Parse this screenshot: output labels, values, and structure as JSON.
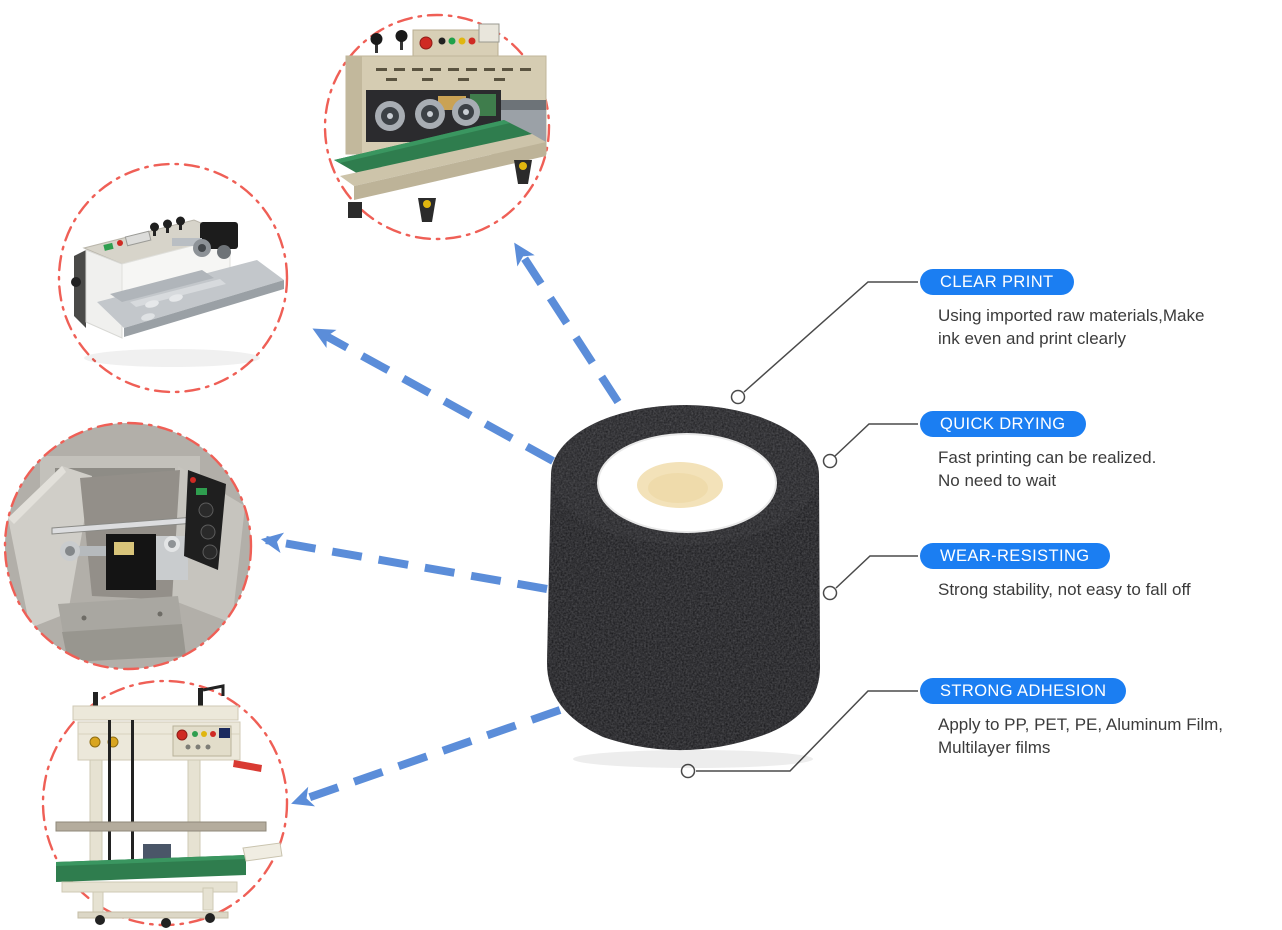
{
  "colors": {
    "background": "#ffffff",
    "pill_blue": "#1b7ef2",
    "pill_text": "#ffffff",
    "arrow_blue": "#5b8dd9",
    "dashed_circle_red": "#ef5f56",
    "connector_gray": "#4a4a4a",
    "description_text": "#3b3b3b",
    "roller_black": "#141417",
    "roller_core_white": "#ffffff",
    "roller_core_cream": "#f3e2b9",
    "sealer_beige": "#d5ccb2",
    "belt_green": "#2f7d4e",
    "steel_gray": "#c9cdd1"
  },
  "product": {
    "image_name": "black-foam-hot-ink-roller"
  },
  "features": [
    {
      "label": "CLEAR PRINT",
      "lines": [
        "Using imported raw materials,Make",
        "ink even and print clearly"
      ]
    },
    {
      "label": "QUICK DRYING",
      "lines": [
        "Fast printing can be realized.",
        "No need to wait"
      ]
    },
    {
      "label": "WEAR-RESISTING",
      "lines": [
        "Strong stability, not easy to fall off"
      ]
    },
    {
      "label": "STRONG ADHESION",
      "lines": [
        "Apply to PP, PET, PE, Aluminum Film,",
        "Multilayer films"
      ]
    }
  ],
  "machines": [
    {
      "id": "horizontal-band-sealer",
      "description": "horizontal continuous band sealer with green conveyor"
    },
    {
      "id": "batch-coding-machine",
      "description": "stainless steel batch coding machine with feed tray"
    },
    {
      "id": "ink-roll-coding-machine",
      "description": "stainless steel ink roll coding machine"
    },
    {
      "id": "vertical-band-sealer",
      "description": "vertical continuous band sealer with green conveyor"
    }
  ]
}
